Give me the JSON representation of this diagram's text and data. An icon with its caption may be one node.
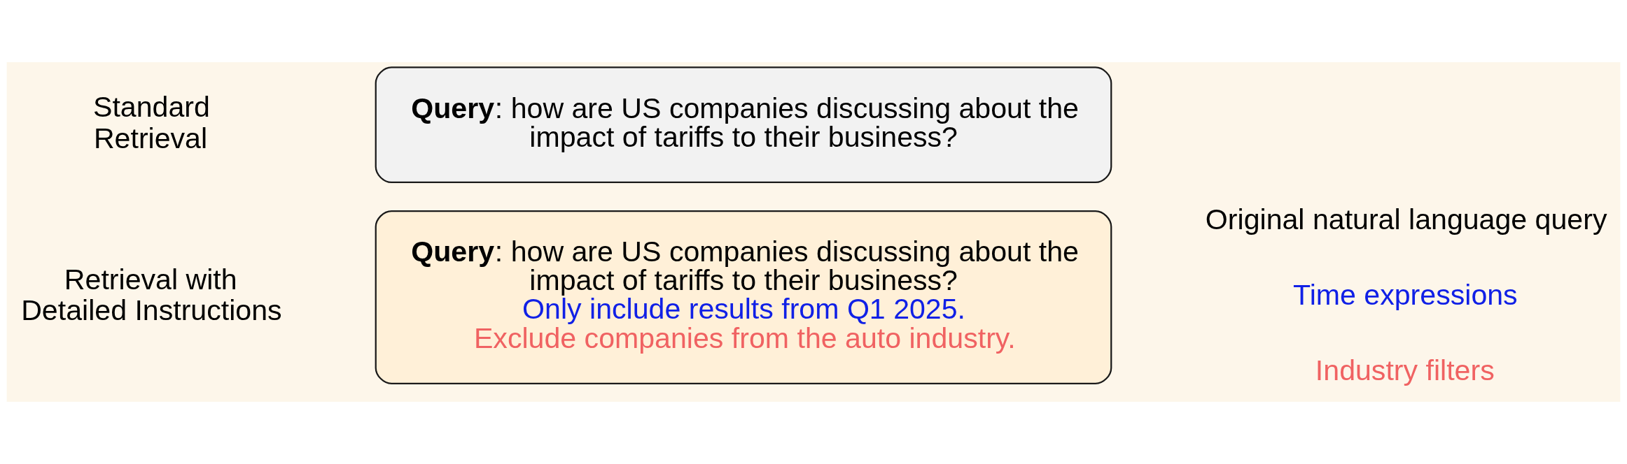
{
  "diagram": {
    "nodes": [
      {
        "text": [
          "**Query**: how are US companies discussing about the impact of tariffs to their business?"
        ]
      },
      {
        "text": [
          "**Query**: how are US companies discussing about the impact of tariffs to their business?",
          "Only include results from Q1 2025.",
          "Exclude companies from the auto industry."
        ]
      }
    ],
    "labels": [
      "Standard Retrieval",
      "Retrieval with Detailed Instructions",
      "Original natural language query",
      "Time expressions",
      "Industry filters"
    ]
  }
}
